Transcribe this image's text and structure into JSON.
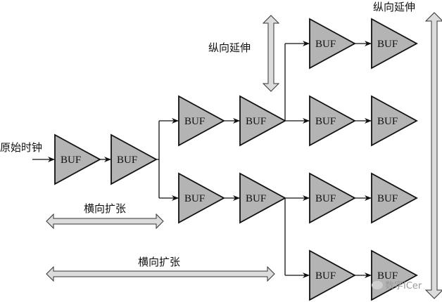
{
  "labels": {
    "clock_in": "原始时钟",
    "vertical_mid": "纵向延伸",
    "vertical_right": "纵向延伸",
    "horizontal_short": "横向扩张",
    "horizontal_long": "横向扩张"
  },
  "buffer_label": "BUF",
  "buffers": [
    {
      "id": "s1",
      "stage": 1,
      "row": "root"
    },
    {
      "id": "s2",
      "stage": 2,
      "row": "root"
    },
    {
      "id": "s3a",
      "stage": 3,
      "row": "upper"
    },
    {
      "id": "s4a",
      "stage": 4,
      "row": "upper"
    },
    {
      "id": "s3b",
      "stage": 3,
      "row": "lower"
    },
    {
      "id": "s4b",
      "stage": 4,
      "row": "lower"
    },
    {
      "id": "s5a",
      "stage": 5,
      "row": 1
    },
    {
      "id": "s6a",
      "stage": 6,
      "row": 1
    },
    {
      "id": "s5b",
      "stage": 5,
      "row": 2
    },
    {
      "id": "s6b",
      "stage": 6,
      "row": 2
    },
    {
      "id": "s5c",
      "stage": 5,
      "row": 3
    },
    {
      "id": "s6c",
      "stage": 6,
      "row": 3
    },
    {
      "id": "s5d",
      "stage": 5,
      "row": 4
    },
    {
      "id": "s6d",
      "stage": 6,
      "row": 4
    }
  ],
  "colors": {
    "buffer_fill": "#b4b4b4",
    "arrow_fill": "#dcdcdc",
    "stroke": "#111111"
  },
  "watermark": "数字ICer"
}
